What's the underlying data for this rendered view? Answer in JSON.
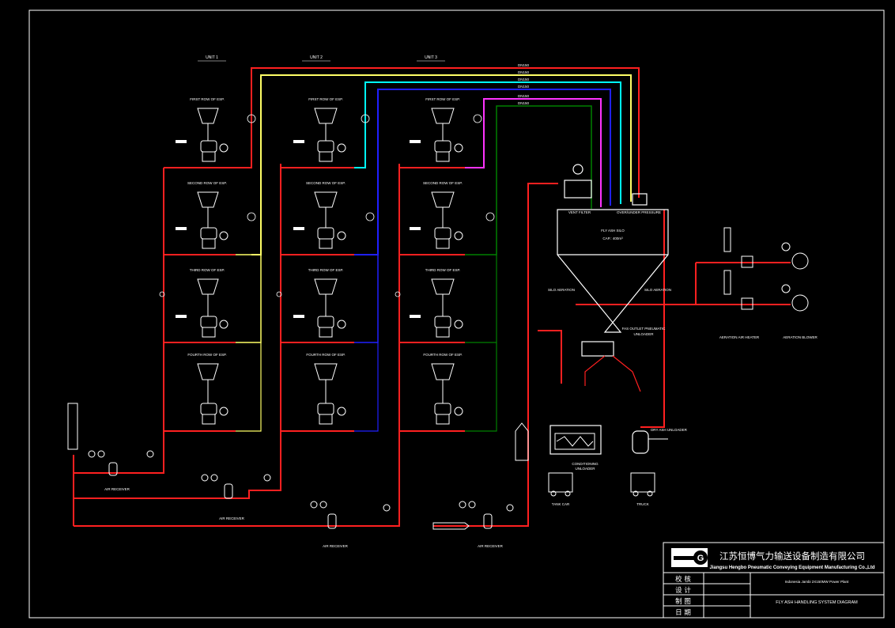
{
  "colors": {
    "background": "#000000",
    "frame": "#ffffff",
    "ash_line": "#ff2020",
    "yellow_line": "#ffff66",
    "cyan_line": "#00ffff",
    "blue_line": "#2020ff",
    "magenta_line": "#ff33ff",
    "green_line": "#008000",
    "equipment": "#ffffff"
  },
  "units": [
    "UNIT 1",
    "UNIT 2",
    "UNIT 3"
  ],
  "esp_rows": [
    "FIRST ROW OF ESP.",
    "SECOND ROW OF ESP.",
    "THIRD ROW OF ESP.",
    "FOURTH ROW OF ESP."
  ],
  "pipe_labels": [
    "DN150",
    "DN150",
    "DN150",
    "DN150",
    "DN150",
    "DN150"
  ],
  "silo": {
    "vent_filter": "VENT FILTER",
    "pressure_valve": "OVER/UNDER PRESSURE",
    "name": "FLY ASH SILO",
    "capacity": "CAP.: 400m³",
    "aeration_left": "SILO AERATION",
    "aeration_right": "SILO AERATION",
    "outlet": "FAS OUTLET PNEUMATIC",
    "outlet2": "UNLOADER"
  },
  "equipment": {
    "air_receiver": "AIR RECEIVER",
    "aeration_heater": "AERATION AIR HEATER",
    "aeration_blower": "AERATION BLOWER",
    "dry_unloader": "DRY ASH UNLOADER",
    "tank_car": "TANK CAR",
    "truck": "TRUCK",
    "conditioner": "CONDITIONING",
    "conditioner2": "UNLOADER"
  },
  "title_block": {
    "company_cn": "江苏恒博气力输送设备制造有限公司",
    "company_en": "Jiangsu Hengbo Pneumatic Conveying Equipment Manufacturing Co.,Ltd",
    "project": "Indonesia Jambi 2X150MW Power Plant",
    "rows": [
      "校 核",
      "设 计",
      "制 图",
      "日 期"
    ],
    "drawing_title": "FLY ASH HANDLING SYSTEM DIAGRAM"
  }
}
